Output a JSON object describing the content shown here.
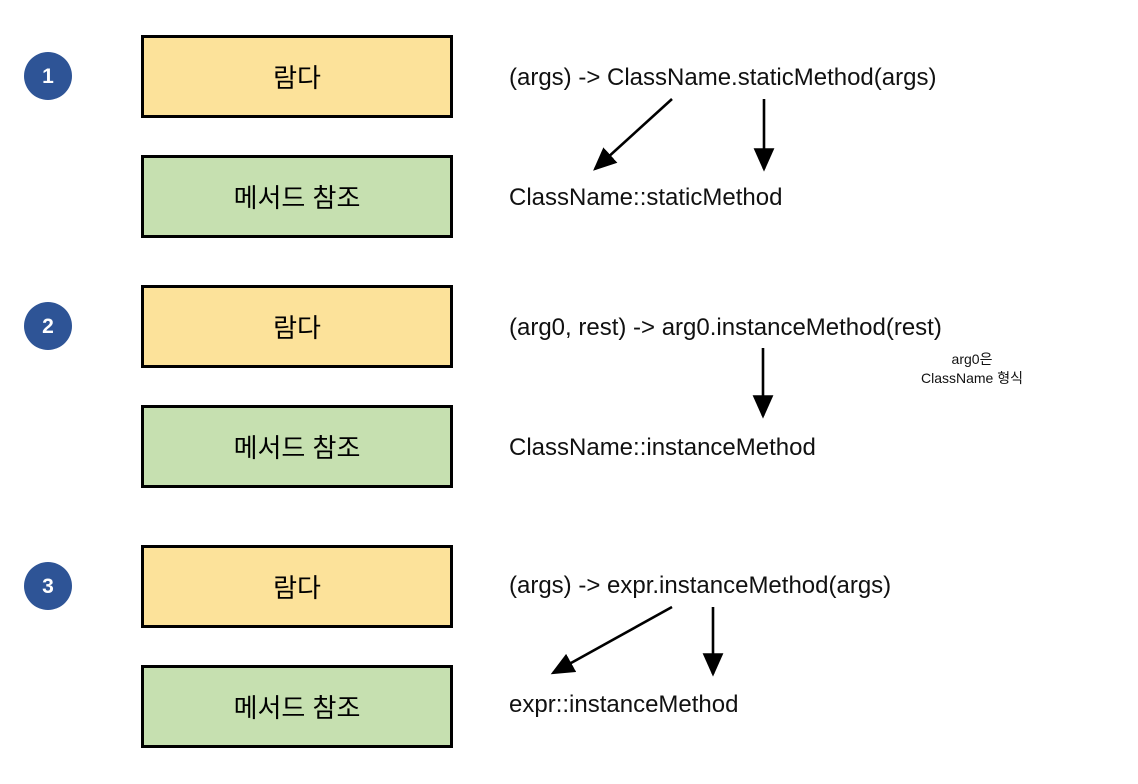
{
  "colors": {
    "circle": "#2E5496",
    "lambda_box": "#FCE29A",
    "reference_box": "#C6E0B0",
    "border": "#000000",
    "background": "#ffffff",
    "text": "#111111"
  },
  "labels": {
    "lambda": "람다",
    "method_reference": "메서드 참조"
  },
  "sections": [
    {
      "number": "1",
      "lambda_label": "람다",
      "reference_label": "메서드 참조",
      "lambda_code": "(args) -> ClassName.staticMethod(args)",
      "reference_code": "ClassName::staticMethod",
      "note": null
    },
    {
      "number": "2",
      "lambda_label": "람다",
      "reference_label": "메서드 참조",
      "lambda_code": "(arg0, rest) -> arg0.instanceMethod(rest)",
      "reference_code": "ClassName::instanceMethod",
      "note": "arg0은\nClassName 형식"
    },
    {
      "number": "3",
      "lambda_label": "람다",
      "reference_label": "메서드 참조",
      "lambda_code": "(args) -> expr.instanceMethod(args)",
      "reference_code": "expr::instanceMethod",
      "note": null
    }
  ]
}
